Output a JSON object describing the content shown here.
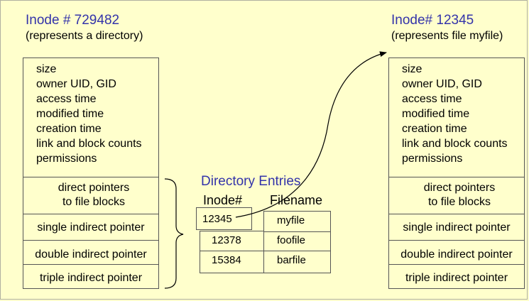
{
  "left_inode": {
    "title": "Inode #   729482",
    "subtitle": "(represents a directory)",
    "attributes": [
      "size",
      "owner UID, GID",
      "access time",
      "modified time",
      "creation time",
      "link and block counts",
      "permissions"
    ],
    "direct_pointers": [
      "direct pointers",
      "to file blocks"
    ],
    "single_indirect": "single indirect pointer",
    "double_indirect": "double indirect pointer",
    "triple_indirect": "triple indirect pointer"
  },
  "right_inode": {
    "title": "Inode#   12345",
    "subtitle": "(represents file myfile)",
    "attributes": [
      "size",
      "owner UID, GID",
      "access time",
      "modified time",
      "creation time",
      "link and block counts",
      "permissions"
    ],
    "direct_pointers": [
      "direct pointers",
      "to file blocks"
    ],
    "single_indirect": "single indirect pointer",
    "double_indirect": "double indirect pointer",
    "triple_indirect": "triple indirect pointer"
  },
  "directory_entries": {
    "title": "Directory Entries",
    "col_inode": "Inode#",
    "col_filename": "Filename",
    "rows": [
      {
        "inode": "12345",
        "filename": "myfile"
      },
      {
        "inode": "12378",
        "filename": "foofile"
      },
      {
        "inode": "15384",
        "filename": "barfile"
      }
    ]
  },
  "colors": {
    "background": "#ffffcc",
    "title": "#3333aa",
    "border": "#555555"
  }
}
